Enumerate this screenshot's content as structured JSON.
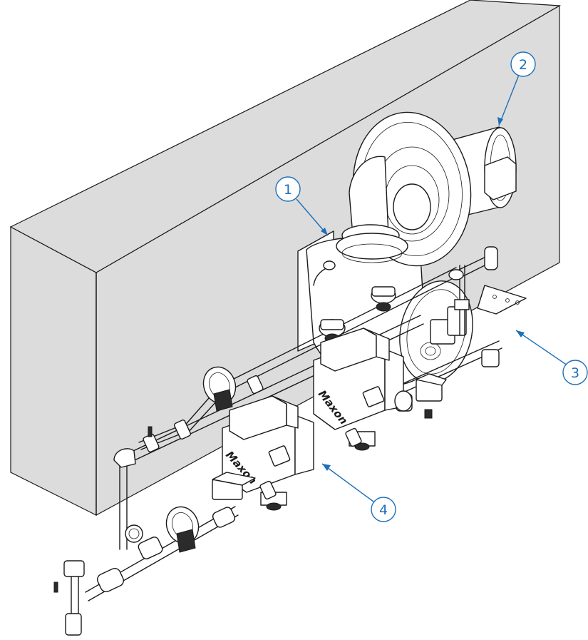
{
  "diagram": {
    "brand_label_1": "Maxon",
    "brand_label_2": "Maxon",
    "callouts": [
      {
        "id": "callout-1",
        "label": "1"
      },
      {
        "id": "callout-2",
        "label": "2"
      },
      {
        "id": "callout-3",
        "label": "3"
      },
      {
        "id": "callout-4",
        "label": "4"
      }
    ]
  },
  "colors": {
    "callout": "#1d6fb8",
    "wall": "#dcdcdc",
    "line": "#1a1a1a"
  }
}
